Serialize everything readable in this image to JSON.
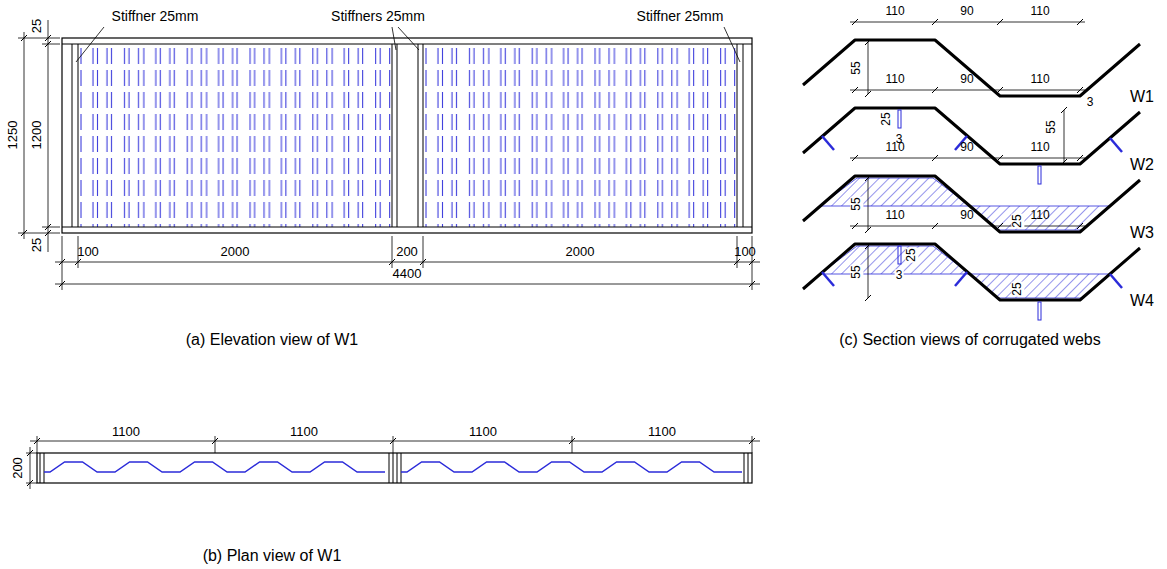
{
  "diagram": {
    "labels": [
      "Stiffner 25mm",
      "Stiffners 25mm",
      "Stiffner 25mm",
      "25",
      "1250",
      "1200",
      "25",
      "100",
      "2000",
      "200",
      "2000",
      "100",
      "4400",
      "(a) Elevation view of W1",
      "1100",
      "1100",
      "1100",
      "1100",
      "200",
      "(b) Plan view of W1",
      "110",
      "90",
      "110",
      "55",
      "3",
      "W1",
      "110",
      "90",
      "110",
      "25",
      "3",
      "55",
      "W2",
      "110",
      "90",
      "110",
      "55",
      "25",
      "W3",
      "110",
      "90",
      "110",
      "25",
      "55",
      "3",
      "25",
      "W4",
      "(c) Section views of corrugated webs"
    ]
  }
}
